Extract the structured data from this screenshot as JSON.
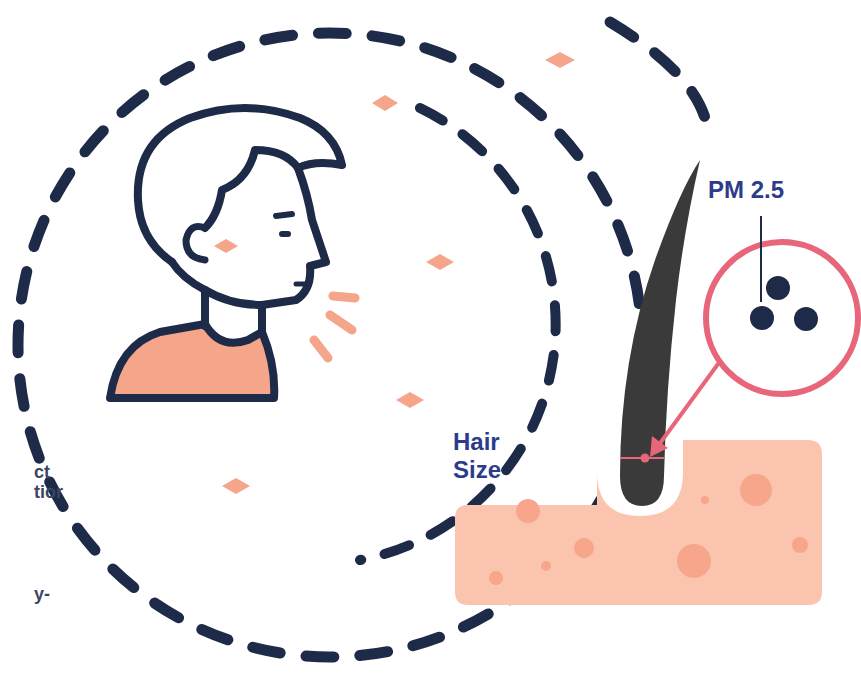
{
  "diagram": {
    "labels": [
      "PM 2.5",
      "Hair Size",
      "ct",
      "tior",
      "y-"
    ]
  }
}
